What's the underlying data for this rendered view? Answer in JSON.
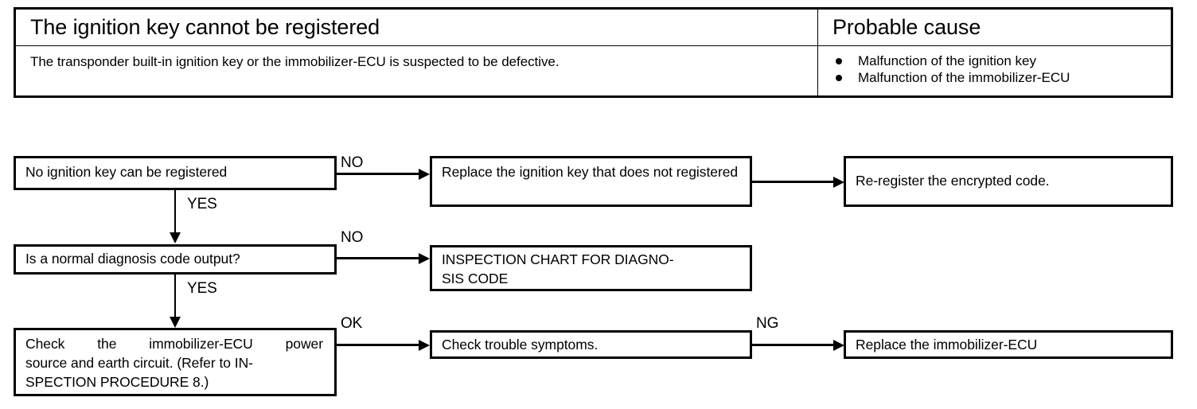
{
  "symptom_table": {
    "headers": {
      "symptom": "The ignition key cannot be registered",
      "probable_cause": "Probable cause"
    },
    "description": "The transponder built-in ignition key or the immobilizer-ECU is suspected to be defective.",
    "causes": [
      "Malfunction of the ignition key",
      "Malfunction of the immobilizer-ECU"
    ]
  },
  "flowchart": {
    "boxes": {
      "no_key_registered": "No ignition key can be registered",
      "replace_key": "Replace the ignition key that does not registered",
      "re_register_code": "Re-register the encrypted code.",
      "normal_diag_code": "Is a normal diagnosis code output?",
      "inspection_chart_line1": "INSPECTION CHART FOR DIAGNO-",
      "inspection_chart_line2": "SIS CODE",
      "check_power_line1": "Check the immobilizer-ECU power",
      "check_power_line2": "source and earth circuit. (Refer to IN-",
      "check_power_line3": "SPECTION PROCEDURE 8.)",
      "check_trouble_symptoms": "Check trouble symptoms.",
      "replace_ecu": "Replace the immobilizer-ECU"
    },
    "edge_labels": {
      "row1_right": "NO",
      "row1_down": "YES",
      "row2_right": "NO",
      "row2_down": "YES",
      "row3_right": "OK",
      "row3_far_right": "NG"
    }
  }
}
